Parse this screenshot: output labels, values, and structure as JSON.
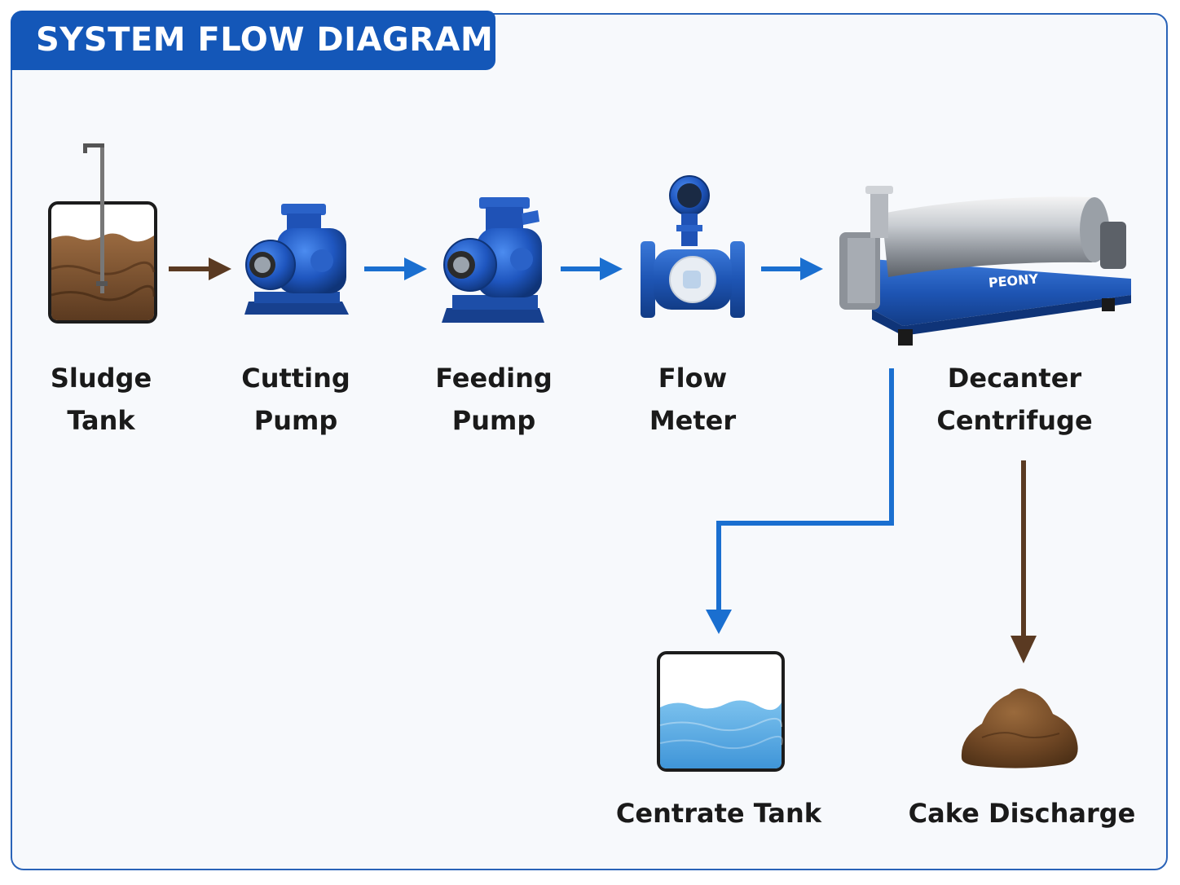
{
  "header": {
    "title": "SYSTEM FLOW DIAGRAM"
  },
  "nodes": [
    {
      "id": "sludge-tank",
      "line1": "Sludge",
      "line2": "Tank",
      "icon": "sludge-tank-icon"
    },
    {
      "id": "cutting-pump",
      "line1": "Cutting",
      "line2": "Pump",
      "icon": "centrifugal-pump-icon"
    },
    {
      "id": "feeding-pump",
      "line1": "Feeding",
      "line2": "Pump",
      "icon": "centrifugal-pump-icon"
    },
    {
      "id": "flow-meter",
      "line1": "Flow",
      "line2": "Meter",
      "icon": "electromagnetic-flow-meter-icon"
    },
    {
      "id": "decanter-centrifuge",
      "line1": "Decanter",
      "line2": "Centrifuge",
      "icon": "decanter-centrifuge-icon",
      "brand": "PEONY"
    },
    {
      "id": "centrate-tank",
      "line1": "Centrate Tank",
      "icon": "water-tank-icon"
    },
    {
      "id": "cake-discharge",
      "line1": "Cake Discharge",
      "icon": "sludge-cake-pile-icon"
    }
  ],
  "colors": {
    "frame_border": "#2a63b8",
    "header_bg": "#1457b8",
    "flow_blue": "#1a6fd0",
    "sludge_brown": "#5a3a22",
    "equipment_blue": "#1f4fb0",
    "water_blue": "#5aaee6"
  }
}
